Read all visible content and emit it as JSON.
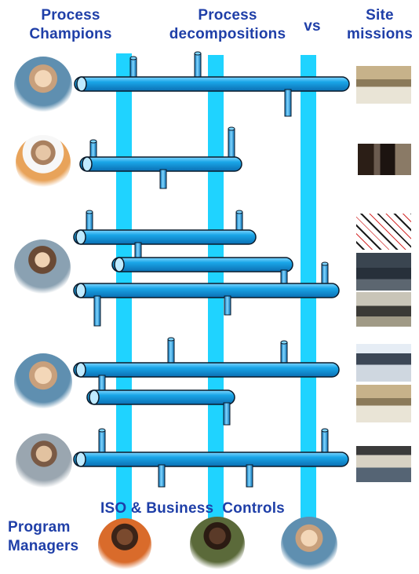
{
  "headers": {
    "process_champions": [
      "Process",
      "Champions"
    ],
    "process_decompositions": [
      "Process",
      "decompositions"
    ],
    "vs": "vs",
    "site_missions": [
      "Site",
      "missions"
    ]
  },
  "footer": {
    "iso_controls": "ISO & Business  Controls",
    "program_managers": [
      "Program",
      "Managers"
    ]
  },
  "colors": {
    "header_text": "#1f3fa8",
    "column_bar": "#1fd3ff",
    "pipe_fill": "#1aa6e8",
    "pipe_outline": "#0a1a2a"
  },
  "icons": {
    "left_column": [
      "person-photo-icon",
      "person-photo-icon",
      "person-photo-icon",
      "person-photo-icon",
      "person-photo-icon"
    ],
    "bottom_row": [
      "person-photo-icon",
      "person-photo-icon",
      "person-photo-icon"
    ],
    "right_column": [
      "site-photo-icon",
      "site-photo-icon",
      "site-photo-icon",
      "site-photo-icon",
      "site-photo-icon",
      "site-photo-icon",
      "site-photo-icon",
      "site-photo-icon"
    ]
  }
}
